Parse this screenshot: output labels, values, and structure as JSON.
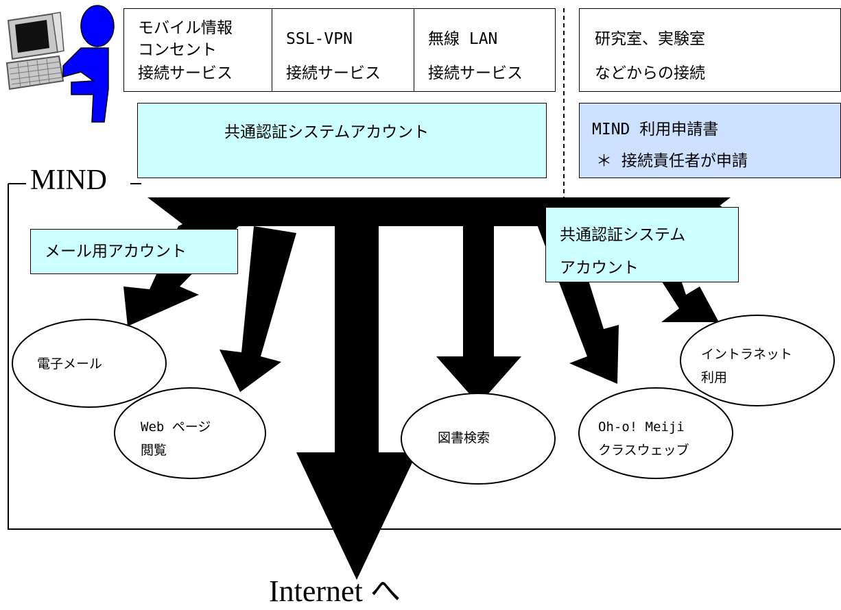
{
  "access_methods": [
    {
      "lines": [
        "モバイル情報",
        "コンセント",
        "接続サービス"
      ]
    },
    {
      "lines": [
        "SSL-VPN",
        "接続サービス"
      ]
    },
    {
      "lines": [
        "無線 LAN",
        "接続サービス"
      ]
    }
  ],
  "lab_access": {
    "lines": [
      "研究室、実験室",
      "などからの接続"
    ]
  },
  "common_auth_top": "共通認証システムアカウント",
  "mind_application": {
    "line1": "MIND 利用申請書",
    "line2": "＊ 接続責任者が申請"
  },
  "mind_label": "MIND",
  "mail_account": "メール用アカウント",
  "common_auth_right": {
    "line1": "共通認証システム",
    "line2": "アカウント"
  },
  "services": {
    "email": "電子メール",
    "web": {
      "line1": "Web ページ",
      "line2": "閲覧"
    },
    "library": "図書検索",
    "oh_o": {
      "line1": "Oh-o! Meiji",
      "line2": "クラスウェッブ"
    },
    "intranet": {
      "line1": "イントラネット",
      "line2": "利用"
    }
  },
  "internet_label": "Internet へ",
  "colors": {
    "cyan_box": "#ccffff",
    "blue_box": "#cce0ff",
    "person": "#0000ff",
    "arrow": "#000000"
  }
}
